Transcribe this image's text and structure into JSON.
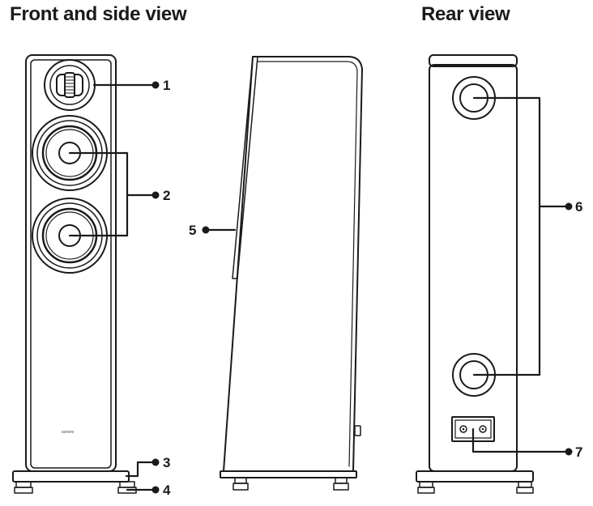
{
  "headings": {
    "front_side": "Front and side view",
    "rear": "Rear view"
  },
  "brand_logo_text": "sonero",
  "callouts": [
    {
      "id": "1",
      "label": "1"
    },
    {
      "id": "2",
      "label": "2"
    },
    {
      "id": "3",
      "label": "3"
    },
    {
      "id": "4",
      "label": "4"
    },
    {
      "id": "5",
      "label": "5"
    },
    {
      "id": "6",
      "label": "6"
    },
    {
      "id": "7",
      "label": "7"
    }
  ],
  "colors": {
    "line": "#1a1a1a",
    "background": "#ffffff"
  }
}
